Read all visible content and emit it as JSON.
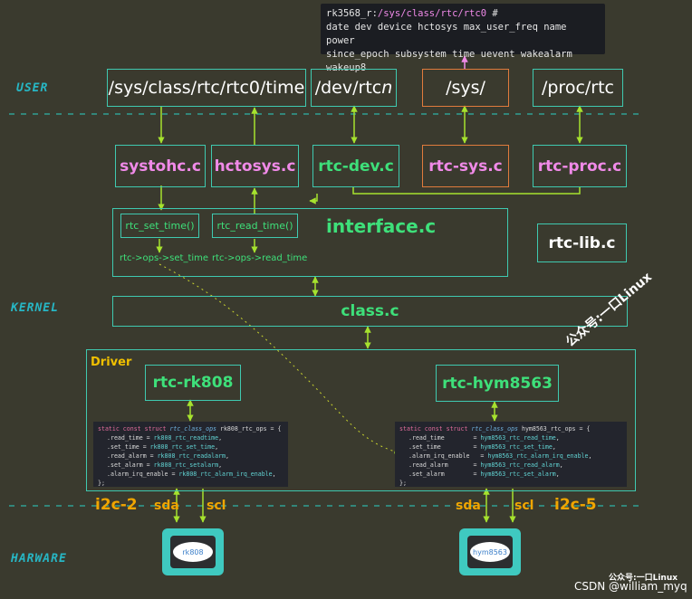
{
  "layers": {
    "user": "USER",
    "kernel": "KERNEL",
    "hardware": "HARWARE"
  },
  "terminal": {
    "prompt_host": "rk3568_r:",
    "prompt_path": "/sys/class/rtc/rtc0",
    "prompt_sign": " #",
    "line2": "date dev device hctosys max_user_freq name power",
    "line3": "since_epoch subsystem time uevent wakealarm wakeup8"
  },
  "user_paths": {
    "sys_class_time": "/sys/class/rtc/rtc0/time",
    "dev_rtc_prefix": "/dev/rtc",
    "dev_rtc_suffix": "n",
    "sys": "/sys/",
    "proc": "/proc/rtc"
  },
  "kernel_files": {
    "systohc": "systohc.c",
    "hctosys": "hctosys.c",
    "rtc_dev": "rtc-dev.c",
    "rtc_sys": "rtc-sys.c",
    "rtc_proc": "rtc-proc.c",
    "interface": "interface.c",
    "rtc_set_time": "rtc_set_time()",
    "rtc_read_time": "rtc_read_time()",
    "ops_set_time": "rtc->ops->set_time",
    "ops_read_time": "rtc->ops->read_time",
    "rtc_lib": "rtc-lib.c",
    "class": "class.c"
  },
  "driver": {
    "title": "Driver",
    "rk808": "rtc-rk808",
    "hym8563": "rtc-hym8563",
    "rk808_code": {
      "head_kw": "static const struct ",
      "head_type": "rtc_class_ops",
      "head_name": " rk808_rtc_ops = {",
      "lines": [
        [
          ".read_time = ",
          "rk808_rtc_readtime",
          ","
        ],
        [
          ".set_time = ",
          "rk808_rtc_set_time",
          ","
        ],
        [
          ".read_alarm = ",
          "rk808_rtc_readalarm",
          ","
        ],
        [
          ".set_alarm = ",
          "rk808_rtc_setalarm",
          ","
        ],
        [
          ".alarm_irq_enable = ",
          "rk808_rtc_alarm_irq_enable",
          ","
        ]
      ],
      "close": "};"
    },
    "hym_code": {
      "head_kw": "static const struct ",
      "head_type": "rtc_class_ops",
      "head_name": " hym8563_rtc_ops = {",
      "lines": [
        [
          ".read_time        = ",
          "hym8563_rtc_read_time",
          ","
        ],
        [
          ".set_time         = ",
          "hym8563_rtc_set_time",
          ","
        ],
        [
          ".alarm_irq_enable   = ",
          "hym8563_rtc_alarm_irq_enable",
          ","
        ],
        [
          ".read_alarm       = ",
          "hym8563_rtc_read_alarm",
          ","
        ],
        [
          ".set_alarm        = ",
          "hym8563_rtc_set_alarm",
          ","
        ]
      ],
      "close": "};"
    }
  },
  "hardware": {
    "bus_left": "i2c-2",
    "bus_right": "i2c-5",
    "sda": "sda",
    "scl": "scl",
    "chip_left": "rk808",
    "chip_right": "hym8563"
  },
  "watermarks": {
    "diagonal": "公众号:一口Linux",
    "corner": "公众号:一口Linux",
    "csdn": "CSDN @william_myq"
  },
  "colors": {
    "background": "#3a3a2e",
    "box_border": "#3fc9b0",
    "arrow": "#a6e22e",
    "pink_arrow": "#f08ae8",
    "file_green": "#3ee07a",
    "file_pink": "#f08ae8",
    "orange_border": "#e07b3c",
    "bus_orange": "#f0a500"
  }
}
